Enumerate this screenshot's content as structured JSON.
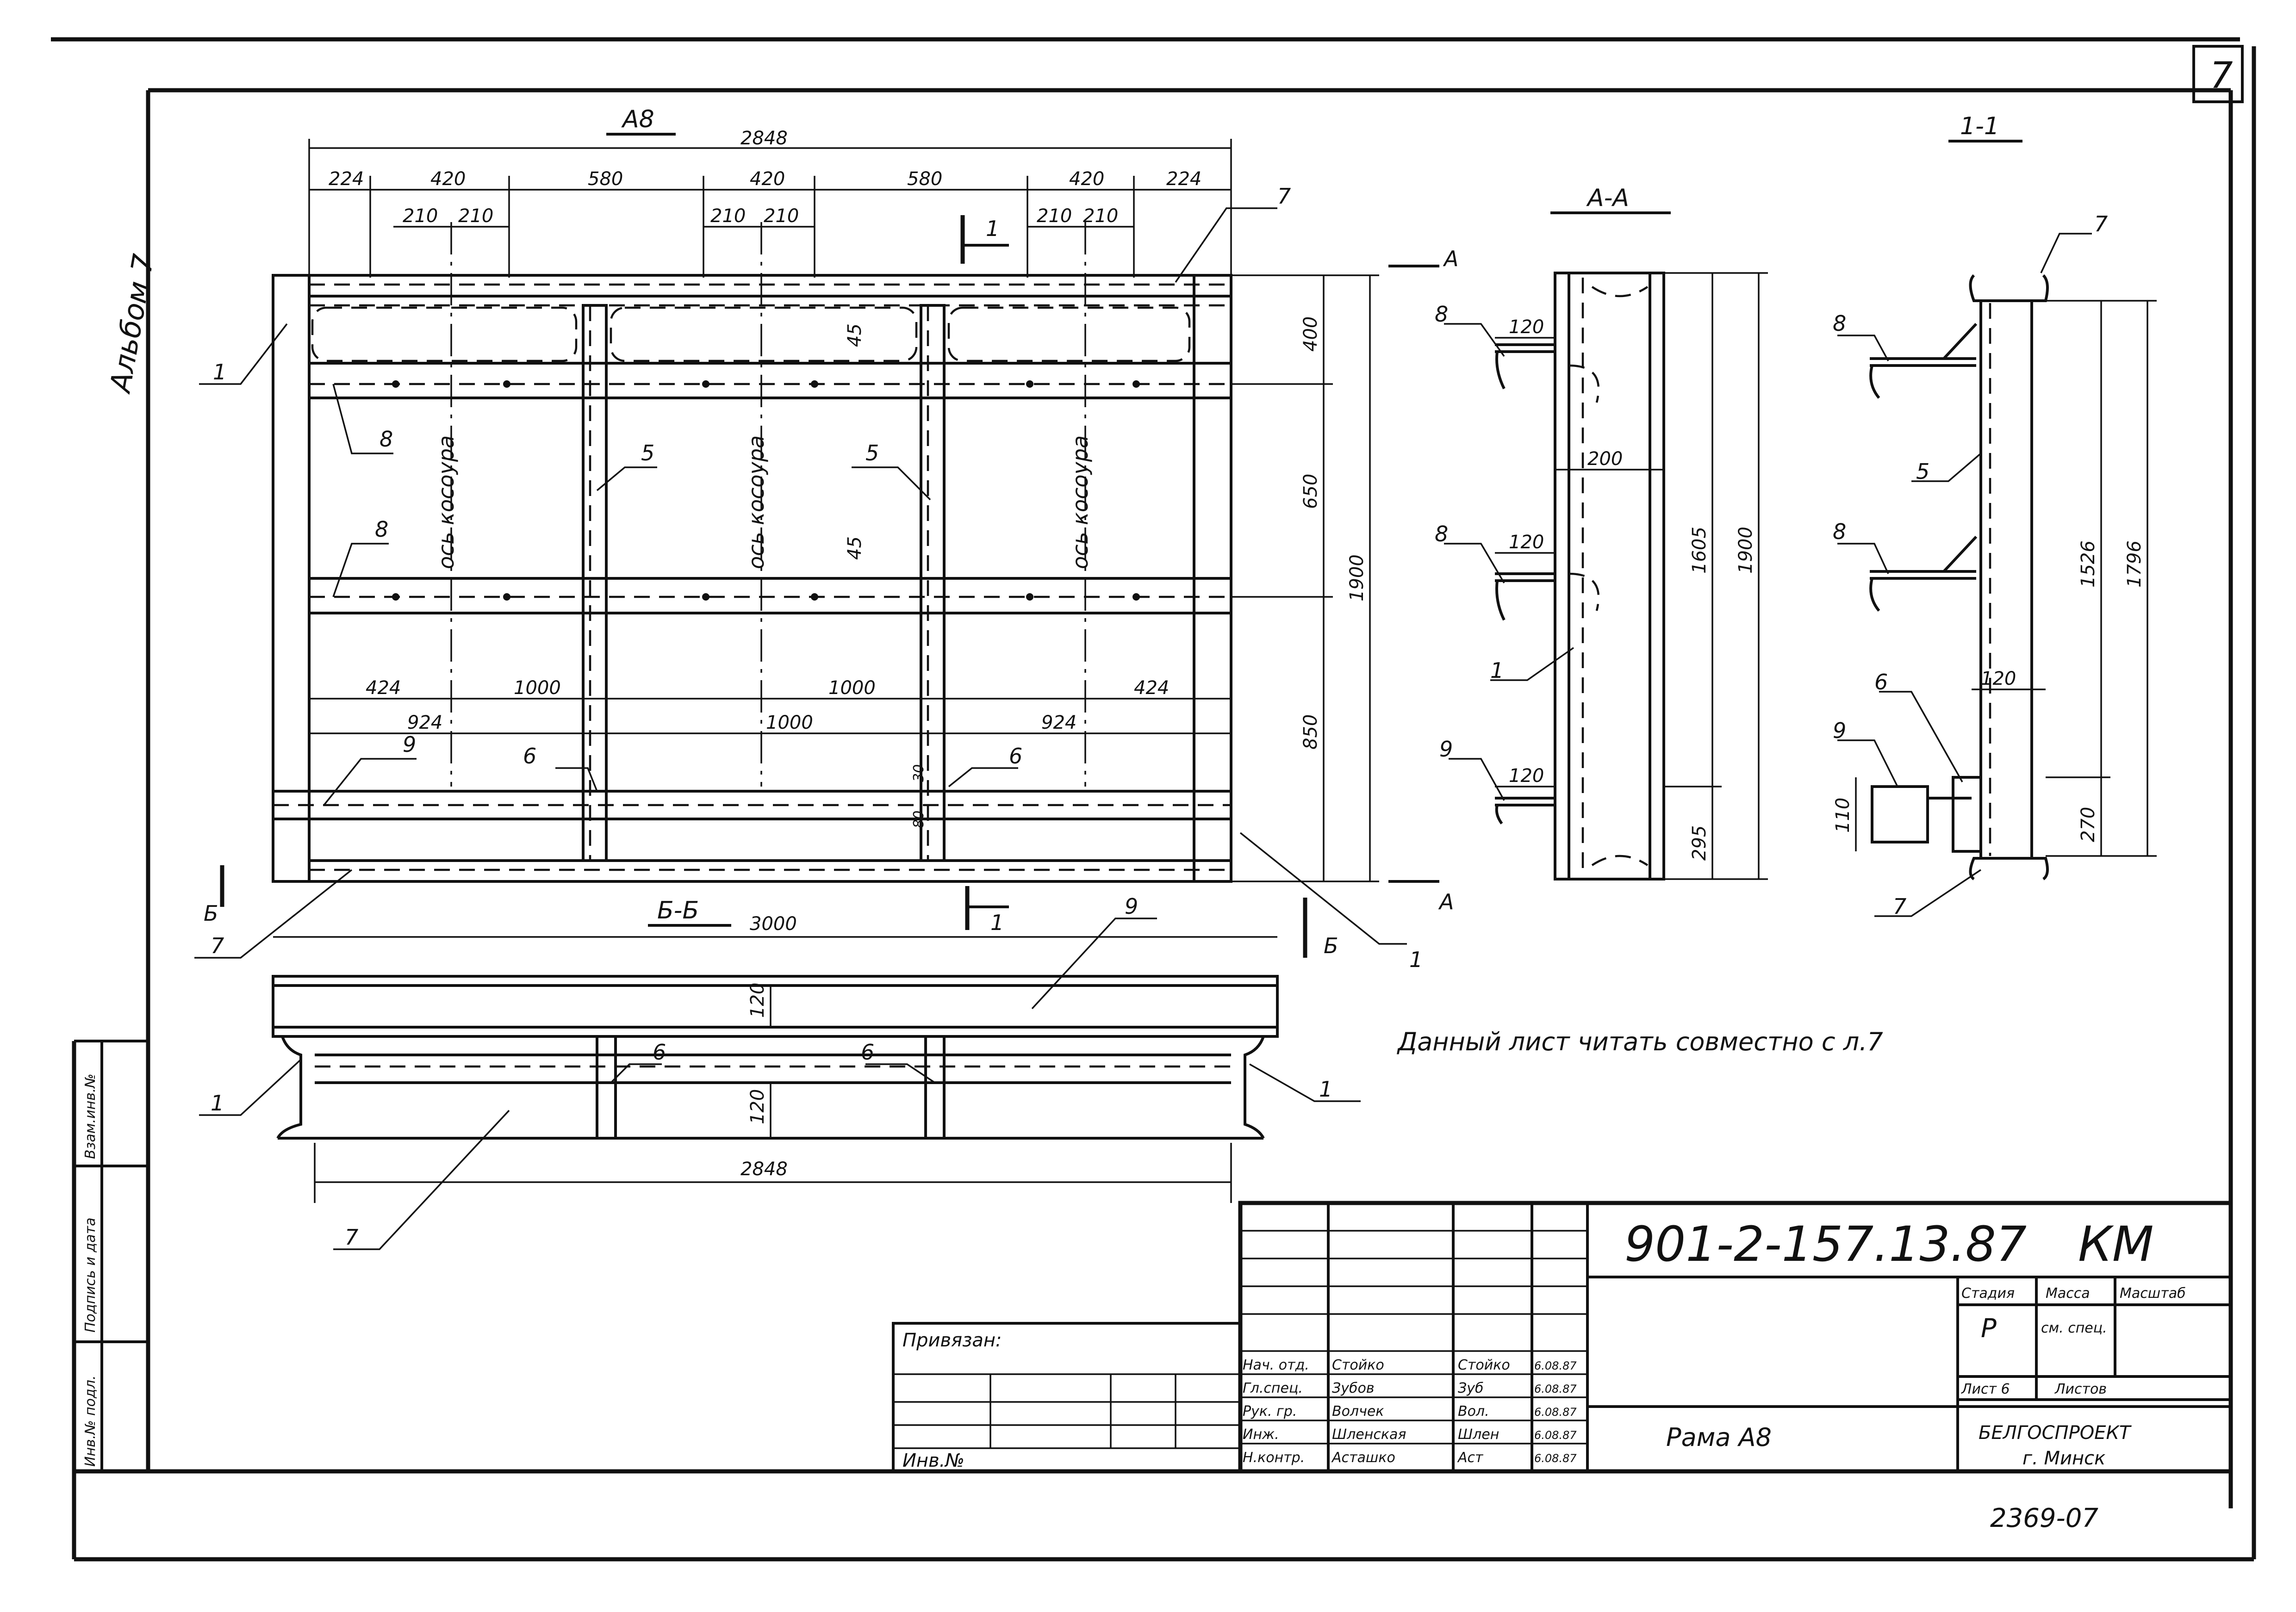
{
  "sheet": {
    "number": "7",
    "album": "Альбом 7"
  },
  "views": {
    "main": {
      "title": "А8",
      "overall": "2848",
      "top_dims": [
        "224",
        "420",
        "580",
        "420",
        "580",
        "420",
        "224"
      ],
      "sub_dims": [
        "210",
        "210",
        "210",
        "210",
        "210",
        "210"
      ],
      "right_dims": [
        "400",
        "650",
        "850"
      ],
      "total_height": "1900",
      "axis_label": "ось косоура",
      "small_45": "45",
      "bottom_row1": [
        "424",
        "1000",
        "1000",
        "424"
      ],
      "bottom_row2": [
        "924",
        "1000",
        "924"
      ],
      "small_30": "30",
      "small_80": "80",
      "cut_1": "1",
      "cut_A": "А",
      "cut_B": "Б",
      "marks": [
        "1",
        "8",
        "8",
        "9",
        "7",
        "5",
        "5",
        "6",
        "6",
        "7",
        "1"
      ]
    },
    "aa": {
      "title": "А-А",
      "dims_120": "120",
      "dim_200": "200",
      "dim_1605": "1605",
      "dim_1900": "1900",
      "dim_295": "295",
      "marks": [
        "8",
        "8",
        "1",
        "9"
      ]
    },
    "s11": {
      "title": "1-1",
      "dim_1526": "1526",
      "dim_1796": "1796",
      "dim_120": "120",
      "dim_110": "110",
      "dim_270": "270",
      "marks": [
        "7",
        "8",
        "5",
        "8",
        "6",
        "9",
        "7"
      ]
    },
    "bb": {
      "title": "Б-Б",
      "length": "3000",
      "bottom": "2848",
      "dim_120": "120",
      "marks": [
        "9",
        "1",
        "6",
        "6",
        "1",
        "7"
      ]
    }
  },
  "note": "Данный лист читать совместно с л.7",
  "title_block": {
    "code": "901-2-157.13.87",
    "mark": "КМ",
    "stage_head": "Стадия",
    "mass_head": "Масса",
    "scale_head": "Масштаб",
    "stage": "Р",
    "mass": "см. спец.",
    "sheet_head": "Лист 6",
    "sheets_head": "Листов",
    "name": "Рама А8",
    "org1": "БЕЛГОСПРОЕКТ",
    "org2": "г. Минск",
    "bound": "Привязан:",
    "inv": "Инв.№",
    "signers": [
      {
        "role": "Нач. отд.",
        "name": "Стойко",
        "sign": "Стойко",
        "date": "6.08.87"
      },
      {
        "role": "Гл.спец.",
        "name": "Зубов",
        "sign": "Зуб",
        "date": "6.08.87"
      },
      {
        "role": "Рук. гр.",
        "name": "Волчек",
        "sign": "Вол.",
        "date": "6.08.87"
      },
      {
        "role": "Инж.",
        "name": "Шленская",
        "sign": "Шлен",
        "date": "6.08.87"
      },
      {
        "role": "Н.контр.",
        "name": "Асташко",
        "sign": "Аст",
        "date": "6.08.87"
      }
    ],
    "side_cols": [
      "Взам.инв.№",
      "Подпись и дата",
      "Инв.№ подл."
    ],
    "doc_no": "2369-07"
  }
}
